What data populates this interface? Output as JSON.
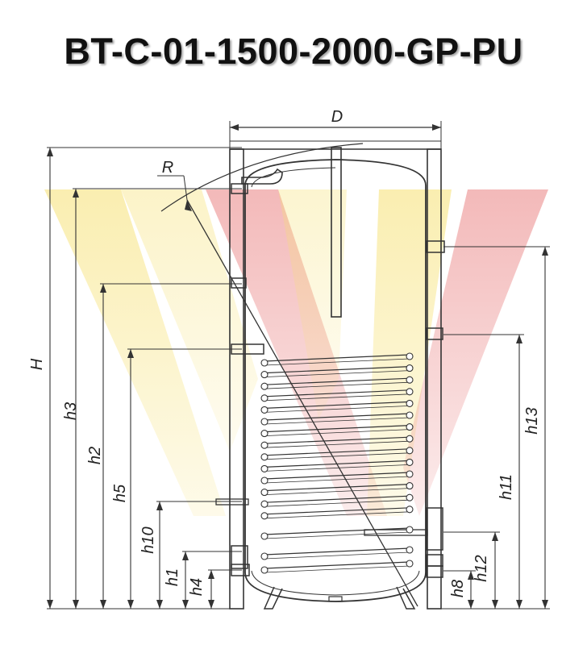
{
  "title": "BT-C-01-1500-2000-GP-PU",
  "colors": {
    "line": "#333333",
    "tank_fill": "#f1f1f1",
    "watermark_yellow": "#f3e27a",
    "watermark_red": "#e98d8d"
  },
  "labels": {
    "D": "D",
    "R": "R",
    "H": "H",
    "h3": "h3",
    "h2": "h2",
    "h5": "h5",
    "h10": "h10",
    "h1": "h1",
    "h4": "h4",
    "h13": "h13",
    "h11": "h11",
    "h12": "h12",
    "h8": "h8"
  }
}
